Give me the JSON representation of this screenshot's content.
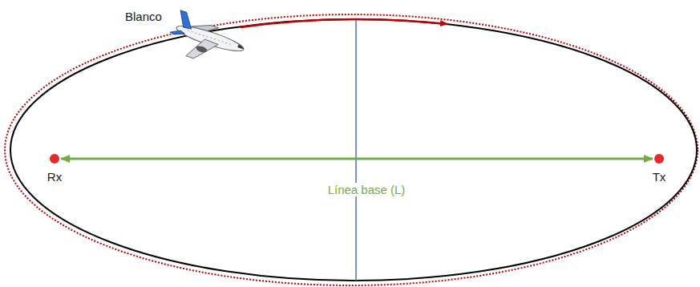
{
  "diagram": {
    "nodes": [
      {
        "text": [
          "Rx"
        ]
      },
      {
        "text": [
          "Tx"
        ]
      }
    ],
    "edges": [
      {
        "from": 0,
        "to": 1,
        "arrow": "both",
        "label": "Línea base (L)"
      }
    ],
    "labels": [
      "Blanco"
    ]
  }
}
